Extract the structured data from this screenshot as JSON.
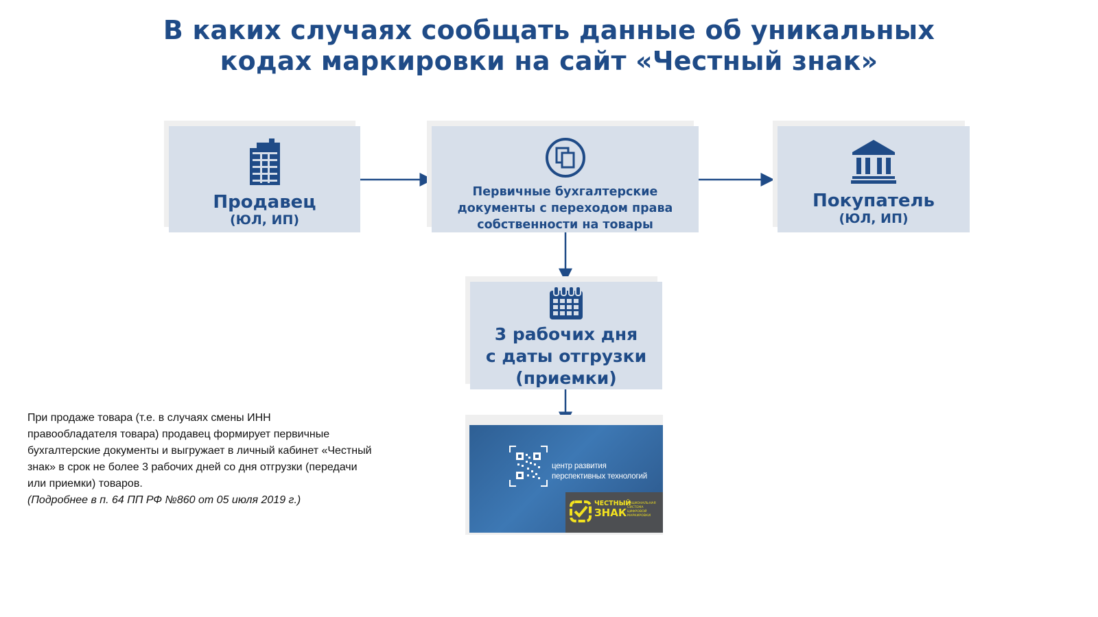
{
  "title": {
    "line1": "В каких случаях сообщать данные об уникальных",
    "line2": "кодах маркировки на сайт «Честный знак»"
  },
  "nodes": {
    "seller": {
      "icon": "office-building-icon",
      "title": "Продавец",
      "subtitle": "(ЮЛ, ИП)"
    },
    "docs": {
      "icon": "documents-icon",
      "lines": [
        "Первичные бухгалтерские",
        "документы с переходом права",
        "собственности на товары"
      ]
    },
    "buyer": {
      "icon": "bank-building-icon",
      "title": "Покупатель",
      "subtitle": "(ЮЛ, ИП)"
    },
    "deadline": {
      "icon": "calendar-icon",
      "lines": [
        "3 рабочих дня",
        "с даты отгрузки",
        "(приемки)"
      ]
    }
  },
  "logo": {
    "center_line1": "центр развития",
    "center_line2": "перспективных технологий",
    "brand_line1": "ЧЕСТНЫЙ",
    "brand_line2": "ЗНАК",
    "brand_small1": "НАЦИОНАЛЬНАЯ",
    "brand_small2": "СИСТЕМА ЦИФРОВОЙ",
    "brand_small3": "МАРКИРОВКИ"
  },
  "note": {
    "lines": [
      "При продаже товара (т.е. в случаях смены ИНН",
      "правообладателя товара) продавец формирует первичные",
      "бухгалтерские документы и выгружает в личный кабинет «Честный",
      "знак» в срок не более 3 рабочих дней со дня отгрузки (передачи",
      "или приемки) товаров."
    ],
    "reference": "(Подробнее в п. 64 ПП РФ №860 от 05 июля 2019 г.)"
  },
  "colors": {
    "title": "#1f4b87",
    "box": "#d7dfea",
    "arrow": "#1f4b87",
    "brand_yellow": "#f3e21f"
  }
}
